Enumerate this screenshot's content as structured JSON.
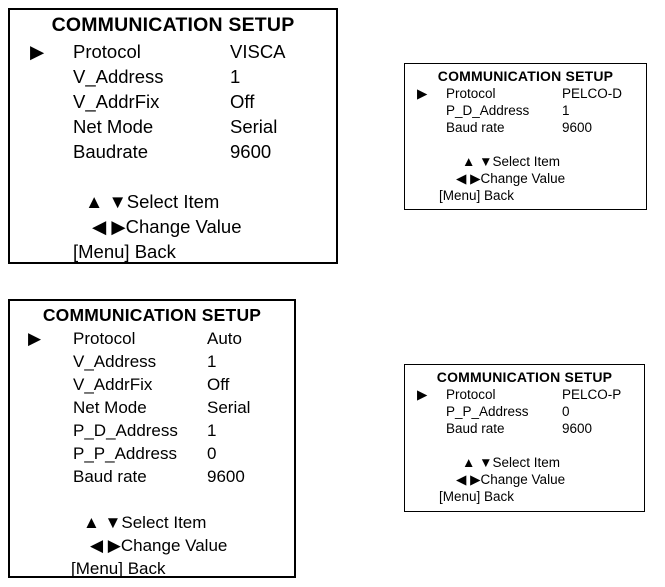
{
  "colors": {
    "text": "#000000",
    "border": "#000000",
    "background": "#ffffff"
  },
  "panels": [
    {
      "name": "visca",
      "title": "COMMUNICATION SETUP",
      "cursor_icon": "▶",
      "rows": [
        {
          "label": "Protocol",
          "value": "VISCA"
        },
        {
          "label": "V_Address",
          "value": "1"
        },
        {
          "label": "V_AddrFix",
          "value": "Off"
        },
        {
          "label": "Net Mode",
          "value": "Serial"
        },
        {
          "label": "Baudrate",
          "value": "9600"
        }
      ],
      "hints": {
        "select_icons": "▲ ▼",
        "select_label": "Select Item",
        "change_icons": "◀ ▶",
        "change_label": "Change Value",
        "back_label": "[Menu] Back"
      }
    },
    {
      "name": "pelco-d",
      "title": "COMMUNICATION SETUP",
      "cursor_icon": "▶",
      "rows": [
        {
          "label": "Protocol",
          "value": "PELCO-D"
        },
        {
          "label": "P_D_Address",
          "value": "1"
        },
        {
          "label": "Baud rate",
          "value": "9600"
        }
      ],
      "hints": {
        "select_icons": "▲ ▼",
        "select_label": "Select Item",
        "change_icons": "◀ ▶",
        "change_label": "Change Value",
        "back_label": "[Menu] Back"
      }
    },
    {
      "name": "auto",
      "title": "COMMUNICATION SETUP",
      "cursor_icon": "▶",
      "rows": [
        {
          "label": "Protocol",
          "value": "Auto"
        },
        {
          "label": "V_Address",
          "value": "1"
        },
        {
          "label": "V_AddrFix",
          "value": "Off"
        },
        {
          "label": "Net Mode",
          "value": "Serial"
        },
        {
          "label": "P_D_Address",
          "value": "1"
        },
        {
          "label": "P_P_Address",
          "value": "0"
        },
        {
          "label": "Baud rate",
          "value": "9600"
        }
      ],
      "hints": {
        "select_icons": "▲ ▼",
        "select_label": "Select Item",
        "change_icons": "◀ ▶",
        "change_label": "Change Value",
        "back_label": "[Menu] Back"
      }
    },
    {
      "name": "pelco-p",
      "title": "COMMUNICATION SETUP",
      "cursor_icon": "▶",
      "rows": [
        {
          "label": "Protocol",
          "value": "PELCO-P"
        },
        {
          "label": "P_P_Address",
          "value": "0"
        },
        {
          "label": "Baud rate",
          "value": "9600"
        }
      ],
      "hints": {
        "select_icons": "▲ ▼",
        "select_label": "Select Item",
        "change_icons": "◀ ▶",
        "change_label": "Change Value",
        "back_label": "[Menu] Back"
      }
    }
  ]
}
